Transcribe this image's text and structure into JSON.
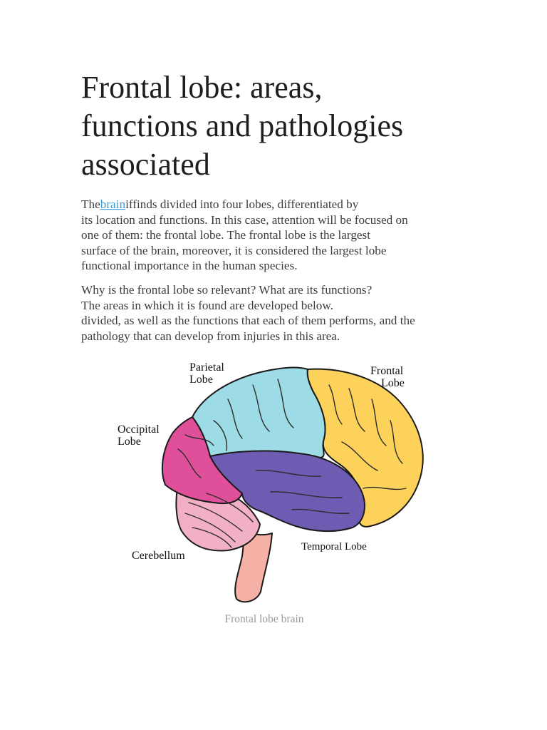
{
  "article": {
    "title_lines": [
      "Frontal lobe: areas,",
      "functions and pathologies",
      "associated"
    ],
    "p1": {
      "prefix": "The",
      "link": "brain",
      "suffix": "iffinds divided into four lobes, differentiated by",
      "lines": [
        "its location and functions. In this case, attention will be focused on",
        "one of them: the frontal lobe. The frontal lobe is the largest",
        "surface of the brain, moreover, it is considered the largest lobe",
        "functional importance in the human species."
      ]
    },
    "p2": {
      "lines": [
        "Why is the frontal lobe so relevant? What are its functions?",
        "The areas in which it is found are developed below.",
        "divided, as well as the functions that each of them performs, and the",
        "pathology that can develop from injuries in this area."
      ]
    }
  },
  "figure": {
    "labels": {
      "parietal": [
        "Parietal",
        "Lobe"
      ],
      "frontal": [
        "Frontal",
        "Lobe"
      ],
      "occipital": [
        "Occipital",
        "Lobe"
      ],
      "cerebellum": "Cerebellum",
      "temporal": "Temporal Lobe"
    },
    "colors": {
      "parietal": "#9ddce6",
      "frontal": "#fdd25a",
      "occipital": "#e0509a",
      "temporal": "#6e5bb2",
      "cerebellum": "#f2b0c6",
      "brainstem": "#f6b1a6"
    },
    "caption": "Frontal lobe brain"
  }
}
